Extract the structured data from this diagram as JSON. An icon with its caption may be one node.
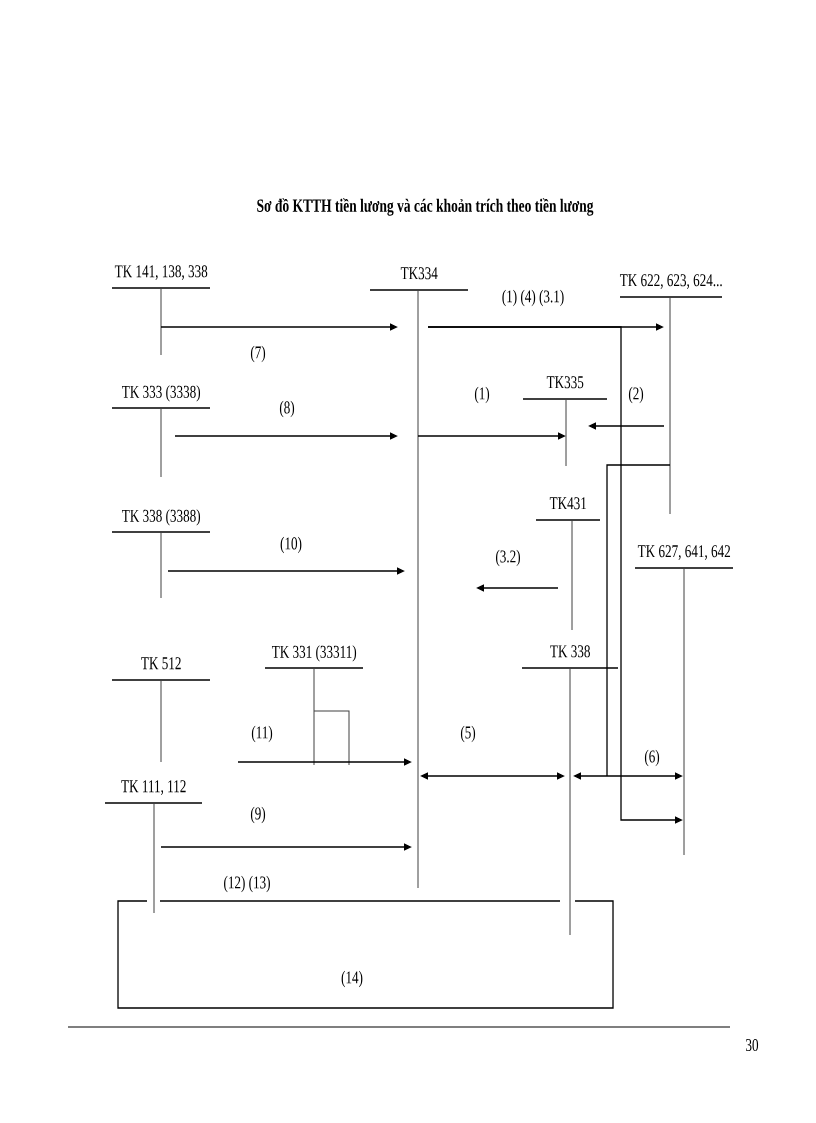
{
  "diagram": {
    "title": "Sơ đồ KTTH tiền lương và các khoản trích theo tiền lương",
    "nodes": [
      {
        "text": [
          "TK 141, 138, 338"
        ]
      },
      {
        "text": [
          "TK334"
        ]
      },
      {
        "text": [
          "TK 622, 623, 624..."
        ]
      },
      {
        "text": [
          "TK 333 (3338)"
        ]
      },
      {
        "text": [
          "TK335"
        ]
      },
      {
        "text": [
          "TK 338 (3388)"
        ]
      },
      {
        "text": [
          "TK431"
        ]
      },
      {
        "text": [
          "TK 627, 641, 642"
        ]
      },
      {
        "text": [
          "TK 512"
        ]
      },
      {
        "text": [
          "TK 331 (33311)"
        ]
      },
      {
        "text": [
          "TK 338"
        ]
      },
      {
        "text": [
          "TK 111, 112"
        ]
      }
    ],
    "edges": [
      {
        "from": 0,
        "to": 1,
        "arrow": "to",
        "label": "(7)"
      },
      {
        "from": 1,
        "to": 2,
        "arrow": "to",
        "label": "(1) (4) (3.1)"
      },
      {
        "from": 1,
        "to": 7,
        "arrow": "to"
      },
      {
        "from": 3,
        "to": 1,
        "arrow": "to",
        "label": "(8)"
      },
      {
        "from": 1,
        "to": 4,
        "arrow": "to",
        "label": "(1)"
      },
      {
        "from": 2,
        "to": 4,
        "arrow": "to",
        "label": "(2)"
      },
      {
        "from": 5,
        "to": 1,
        "arrow": "to",
        "label": "(10)"
      },
      {
        "from": 6,
        "to": 1,
        "arrow": "to",
        "label": "(3.2)"
      },
      {
        "from": 8,
        "to": 1,
        "arrow": "to",
        "label": "(11)"
      },
      {
        "from": 1,
        "to": 10,
        "arrow": "both",
        "label": "(5)"
      },
      {
        "from": 10,
        "to": 7,
        "arrow": "both",
        "label": "(6)"
      },
      {
        "from": 10,
        "to": 2,
        "arrow": "none"
      },
      {
        "from": 11,
        "to": 1,
        "arrow": "to",
        "label": "(9)"
      },
      {
        "from": 11,
        "to": 10,
        "arrow": "none",
        "label": "(12) (13)"
      },
      {
        "from": 11,
        "to": 10,
        "arrow": "none",
        "label": "(14)"
      }
    ],
    "labels": [
      "30"
    ]
  }
}
